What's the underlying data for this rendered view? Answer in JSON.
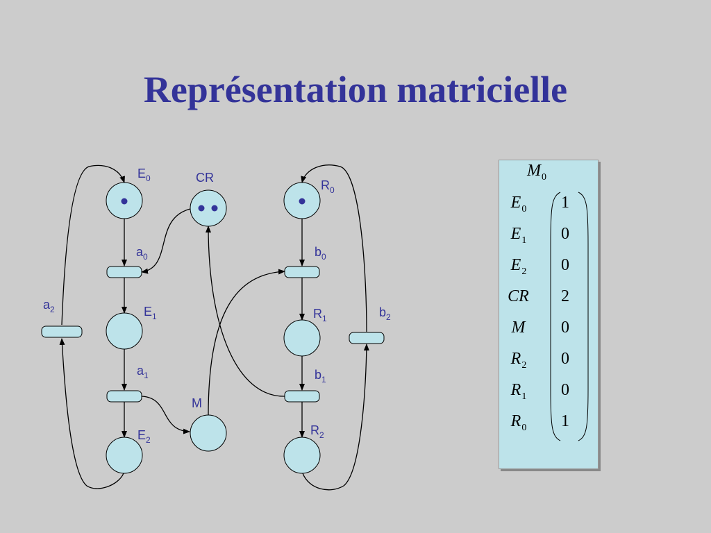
{
  "title": "Représentation matricielle",
  "places": [
    {
      "id": "E0",
      "base": "E",
      "sub": "0",
      "tokens": 1
    },
    {
      "id": "E1",
      "base": "E",
      "sub": "1",
      "tokens": 0
    },
    {
      "id": "E2",
      "base": "E",
      "sub": "2",
      "tokens": 0
    },
    {
      "id": "CR",
      "base": "CR",
      "sub": "",
      "tokens": 2
    },
    {
      "id": "M",
      "base": "M",
      "sub": "",
      "tokens": 0
    },
    {
      "id": "R0",
      "base": "R",
      "sub": "0",
      "tokens": 1
    },
    {
      "id": "R1",
      "base": "R",
      "sub": "1",
      "tokens": 0
    },
    {
      "id": "R2",
      "base": "R",
      "sub": "2",
      "tokens": 0
    }
  ],
  "transitions": [
    {
      "id": "a0",
      "base": "a",
      "sub": "0"
    },
    {
      "id": "a1",
      "base": "a",
      "sub": "1"
    },
    {
      "id": "a2",
      "base": "a",
      "sub": "2"
    },
    {
      "id": "b0",
      "base": "b",
      "sub": "0"
    },
    {
      "id": "b1",
      "base": "b",
      "sub": "1"
    },
    {
      "id": "b2",
      "base": "b",
      "sub": "2"
    }
  ],
  "arcs": [
    {
      "from": "E0",
      "to": "a0"
    },
    {
      "from": "a0",
      "to": "E1"
    },
    {
      "from": "E1",
      "to": "a1"
    },
    {
      "from": "a1",
      "to": "E2"
    },
    {
      "from": "a1",
      "to": "M"
    },
    {
      "from": "CR",
      "to": "a0"
    },
    {
      "from": "E2",
      "to": "a2"
    },
    {
      "from": "a2",
      "to": "E0"
    },
    {
      "from": "R0",
      "to": "b0"
    },
    {
      "from": "b0",
      "to": "R1"
    },
    {
      "from": "R1",
      "to": "b1"
    },
    {
      "from": "b1",
      "to": "R2"
    },
    {
      "from": "b1",
      "to": "CR"
    },
    {
      "from": "M",
      "to": "b0"
    },
    {
      "from": "R2",
      "to": "b2"
    },
    {
      "from": "b2",
      "to": "R0"
    }
  ],
  "marking": {
    "header": {
      "base": "M",
      "sub": "0"
    },
    "rows": [
      {
        "base": "E",
        "sub": "0",
        "value": "1"
      },
      {
        "base": "E",
        "sub": "1",
        "value": "0"
      },
      {
        "base": "E",
        "sub": "2",
        "value": "0"
      },
      {
        "base": "CR",
        "sub": "",
        "value": "2"
      },
      {
        "base": "M",
        "sub": "",
        "value": "0"
      },
      {
        "base": "R",
        "sub": "2",
        "value": "0"
      },
      {
        "base": "R",
        "sub": "1",
        "value": "0"
      },
      {
        "base": "R",
        "sub": "0",
        "value": "1"
      }
    ]
  },
  "colors": {
    "title": "#333399",
    "label": "#333399",
    "node_fill": "#bde3ea",
    "token": "#333399",
    "background": "#cccccc"
  }
}
